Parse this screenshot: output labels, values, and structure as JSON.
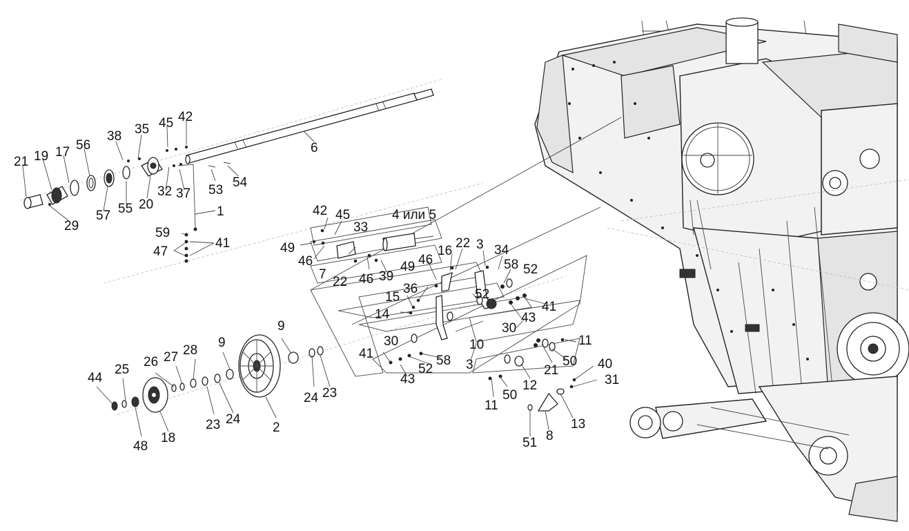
{
  "diagram": {
    "callouts": [
      {
        "id": "c-21a",
        "text": "21"
      },
      {
        "id": "c-19",
        "text": "19"
      },
      {
        "id": "c-17",
        "text": "17"
      },
      {
        "id": "c-56",
        "text": "56"
      },
      {
        "id": "c-38",
        "text": "38"
      },
      {
        "id": "c-35",
        "text": "35"
      },
      {
        "id": "c-45a",
        "text": "45"
      },
      {
        "id": "c-42a",
        "text": "42"
      },
      {
        "id": "c-6",
        "text": "6"
      },
      {
        "id": "c-29",
        "text": "29"
      },
      {
        "id": "c-57",
        "text": "57"
      },
      {
        "id": "c-55",
        "text": "55"
      },
      {
        "id": "c-20",
        "text": "20"
      },
      {
        "id": "c-32",
        "text": "32"
      },
      {
        "id": "c-37",
        "text": "37"
      },
      {
        "id": "c-53",
        "text": "53"
      },
      {
        "id": "c-54",
        "text": "54"
      },
      {
        "id": "c-1",
        "text": "1"
      },
      {
        "id": "c-59",
        "text": "59"
      },
      {
        "id": "c-47",
        "text": "47"
      },
      {
        "id": "c-41a",
        "text": "41"
      },
      {
        "id": "c-42b",
        "text": "42"
      },
      {
        "id": "c-45b",
        "text": "45"
      },
      {
        "id": "c-4or5",
        "text": "4 или 5"
      },
      {
        "id": "c-33",
        "text": "33"
      },
      {
        "id": "c-49a",
        "text": "49"
      },
      {
        "id": "c-46a",
        "text": "46"
      },
      {
        "id": "c-7",
        "text": "7"
      },
      {
        "id": "c-22a",
        "text": "22"
      },
      {
        "id": "c-46b",
        "text": "46"
      },
      {
        "id": "c-39",
        "text": "39"
      },
      {
        "id": "c-49b",
        "text": "49"
      },
      {
        "id": "c-46c",
        "text": "46"
      },
      {
        "id": "c-16",
        "text": "16"
      },
      {
        "id": "c-22b",
        "text": "22"
      },
      {
        "id": "c-3a",
        "text": "3"
      },
      {
        "id": "c-34",
        "text": "34"
      },
      {
        "id": "c-58a",
        "text": "58"
      },
      {
        "id": "c-52a",
        "text": "52"
      },
      {
        "id": "c-36",
        "text": "36"
      },
      {
        "id": "c-15",
        "text": "15"
      },
      {
        "id": "c-14",
        "text": "14"
      },
      {
        "id": "c-52b",
        "text": "52"
      },
      {
        "id": "c-41b",
        "text": "41"
      },
      {
        "id": "c-43a",
        "text": "43"
      },
      {
        "id": "c-30a",
        "text": "30"
      },
      {
        "id": "c-30b",
        "text": "30"
      },
      {
        "id": "c-10",
        "text": "10"
      },
      {
        "id": "c-11a",
        "text": "11"
      },
      {
        "id": "c-41c",
        "text": "41"
      },
      {
        "id": "c-58b",
        "text": "58"
      },
      {
        "id": "c-52c",
        "text": "52"
      },
      {
        "id": "c-43b",
        "text": "43"
      },
      {
        "id": "c-3b",
        "text": "3"
      },
      {
        "id": "c-21b",
        "text": "21"
      },
      {
        "id": "c-50a",
        "text": "50"
      },
      {
        "id": "c-12",
        "text": "12"
      },
      {
        "id": "c-40",
        "text": "40"
      },
      {
        "id": "c-31",
        "text": "31"
      },
      {
        "id": "c-50b",
        "text": "50"
      },
      {
        "id": "c-11b",
        "text": "11"
      },
      {
        "id": "c-13",
        "text": "13"
      },
      {
        "id": "c-8",
        "text": "8"
      },
      {
        "id": "c-51",
        "text": "51"
      },
      {
        "id": "c-9a",
        "text": "9"
      },
      {
        "id": "c-9b",
        "text": "9"
      },
      {
        "id": "c-26",
        "text": "26"
      },
      {
        "id": "c-27",
        "text": "27"
      },
      {
        "id": "c-28",
        "text": "28"
      },
      {
        "id": "c-25",
        "text": "25"
      },
      {
        "id": "c-44",
        "text": "44"
      },
      {
        "id": "c-24a",
        "text": "24"
      },
      {
        "id": "c-23a",
        "text": "23"
      },
      {
        "id": "c-23b",
        "text": "23"
      },
      {
        "id": "c-24b",
        "text": "24"
      },
      {
        "id": "c-2",
        "text": "2"
      },
      {
        "id": "c-18",
        "text": "18"
      },
      {
        "id": "c-48",
        "text": "48"
      }
    ]
  }
}
